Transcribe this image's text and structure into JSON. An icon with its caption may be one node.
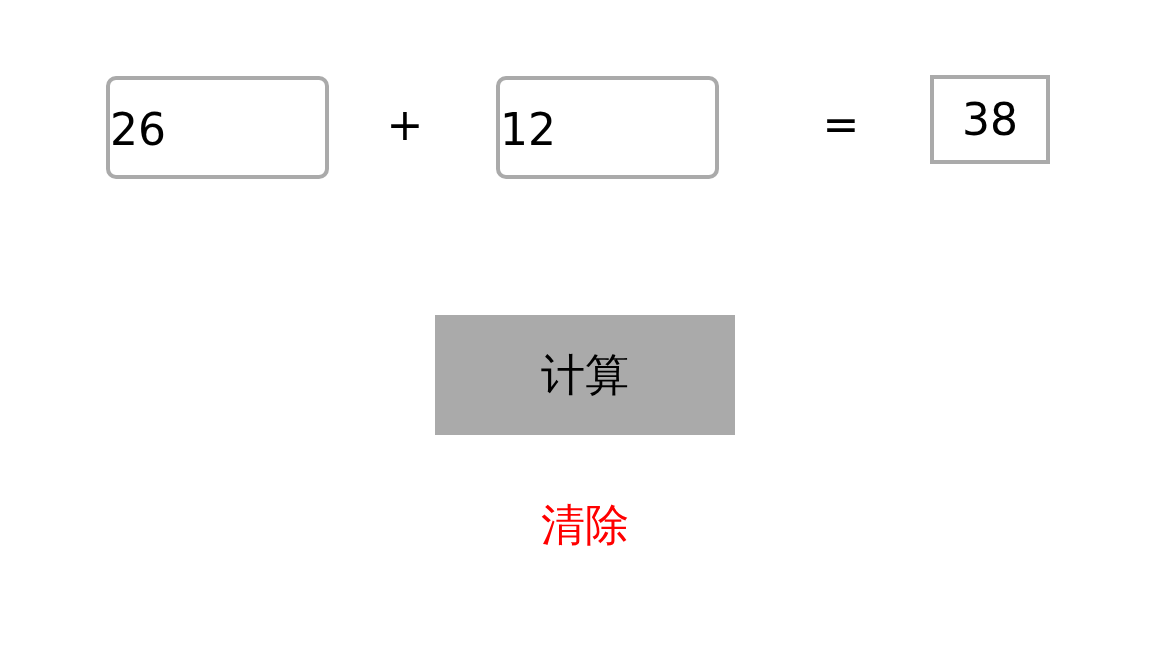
{
  "diagram": {
    "nodes": [
      {
        "text": [
          "26"
        ]
      },
      {
        "text": [
          "12"
        ]
      },
      {
        "text": [
          "38"
        ]
      },
      {
        "text": [
          "计算"
        ]
      }
    ],
    "labels": [
      "+",
      "=",
      "清除"
    ]
  }
}
